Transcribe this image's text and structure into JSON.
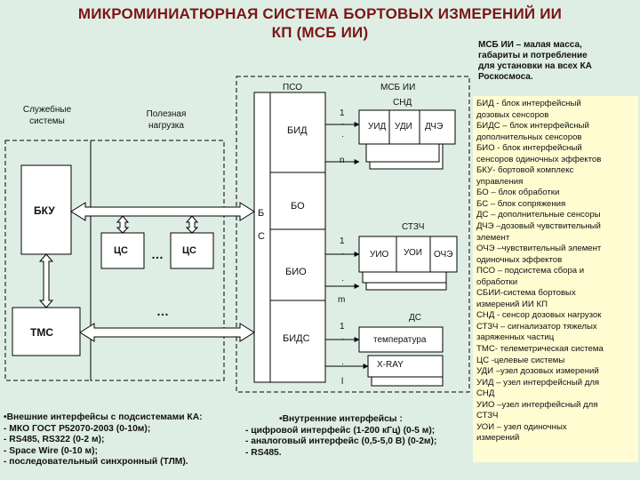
{
  "title": {
    "line1": "МИКРОМИНИАТЮРНАЯ СИСТЕМА БОРТОВЫХ ИЗМЕРЕНИЙ ИИ",
    "line2": "КП (МСБ ИИ)"
  },
  "side_note": [
    "МСБ ИИ – малая масса,",
    "габариты и потребление",
    "для установки на всех КА",
    "Роскосмоса."
  ],
  "labels": {
    "service": [
      "Служебные",
      "системы"
    ],
    "payload": [
      "Полезная",
      "нагрузка"
    ],
    "bku": "БКУ",
    "tms": "ТМС",
    "cs": "ЦС",
    "ellipsis": "…",
    "pso": "ПСО",
    "msb": "МСБ ИИ",
    "bid": "БИД",
    "bo": "БО",
    "bs": [
      "Б",
      "С"
    ],
    "bio": "БИО",
    "bids": "БИДС",
    "snd": "СНД",
    "uid": "УИД",
    "udi": "УДИ",
    "dche": "ДЧЭ",
    "stzch": "СТЗЧ",
    "uio": "УИО",
    "uoi": "УОИ",
    "oche": "ОЧЭ",
    "ds": "ДС",
    "temp": "температура",
    "xray": "X-RAY",
    "n1": "1",
    "n_n": "n",
    "n_m": "m",
    "n_l": "l",
    "dot": "·"
  },
  "ext_interfaces": [
    "•Внешние интерфейсы с подсистемами КА:",
    "- МКО ГОСТ Р52070-2003 (0-10м);",
    "- RS485, RS322 (0-2 м);",
    "- Space Wire (0-10 м);",
    "- последовательный синхронный (ТЛМ)."
  ],
  "int_interfaces": [
    "•Внутренние интерфейсы :",
    "- цифровой интерфейс (1-200 кГц) (0-5 м);",
    "- аналоговый интерфейс (0,5-5,0 В) (0-2м);",
    "- RS485."
  ],
  "legend": [
    "БИД - блок интерфейсный",
    "дозовых сенсоров",
    "БИДС – блок интерфейсный",
    "дополнительных сенсоров",
    "БИО - блок интерфейсный",
    "сенсоров одиночных эффектов",
    "БКУ- бортовой комплекс",
    "управления",
    "БО – блок обработки",
    "БС – блок сопряжения",
    "ДС – дополнительные сенсоры",
    "ДЧЭ –дозовый чувствительный",
    "элемент",
    "ОЧЭ –чувствительный элемент",
    "одиночных эффектов",
    "ПСО – подсистема сбора и",
    "обработки",
    "СБИИ-система бортовых",
    "измерений ИИ КП",
    "СНД  - сенсор дозовых нагрузок",
    "СТЗЧ – сигнализатор тяжелых",
    "заряженных частиц",
    "ТМС- телеметрическая система",
    "ЦС -целевые системы",
    "УДИ –узел дозовых измерений",
    "УИД – узел интерфейсный для",
    "СНД",
    "УИО –узел интерфейсный для",
    "СТЗЧ",
    "УОИ – узел одиночных",
    "измерений"
  ],
  "colors": {
    "title": "#7a1616",
    "background": "#dfeee5",
    "legend_bg": "#fffcd2",
    "arrow_fill": "#ffffff"
  }
}
